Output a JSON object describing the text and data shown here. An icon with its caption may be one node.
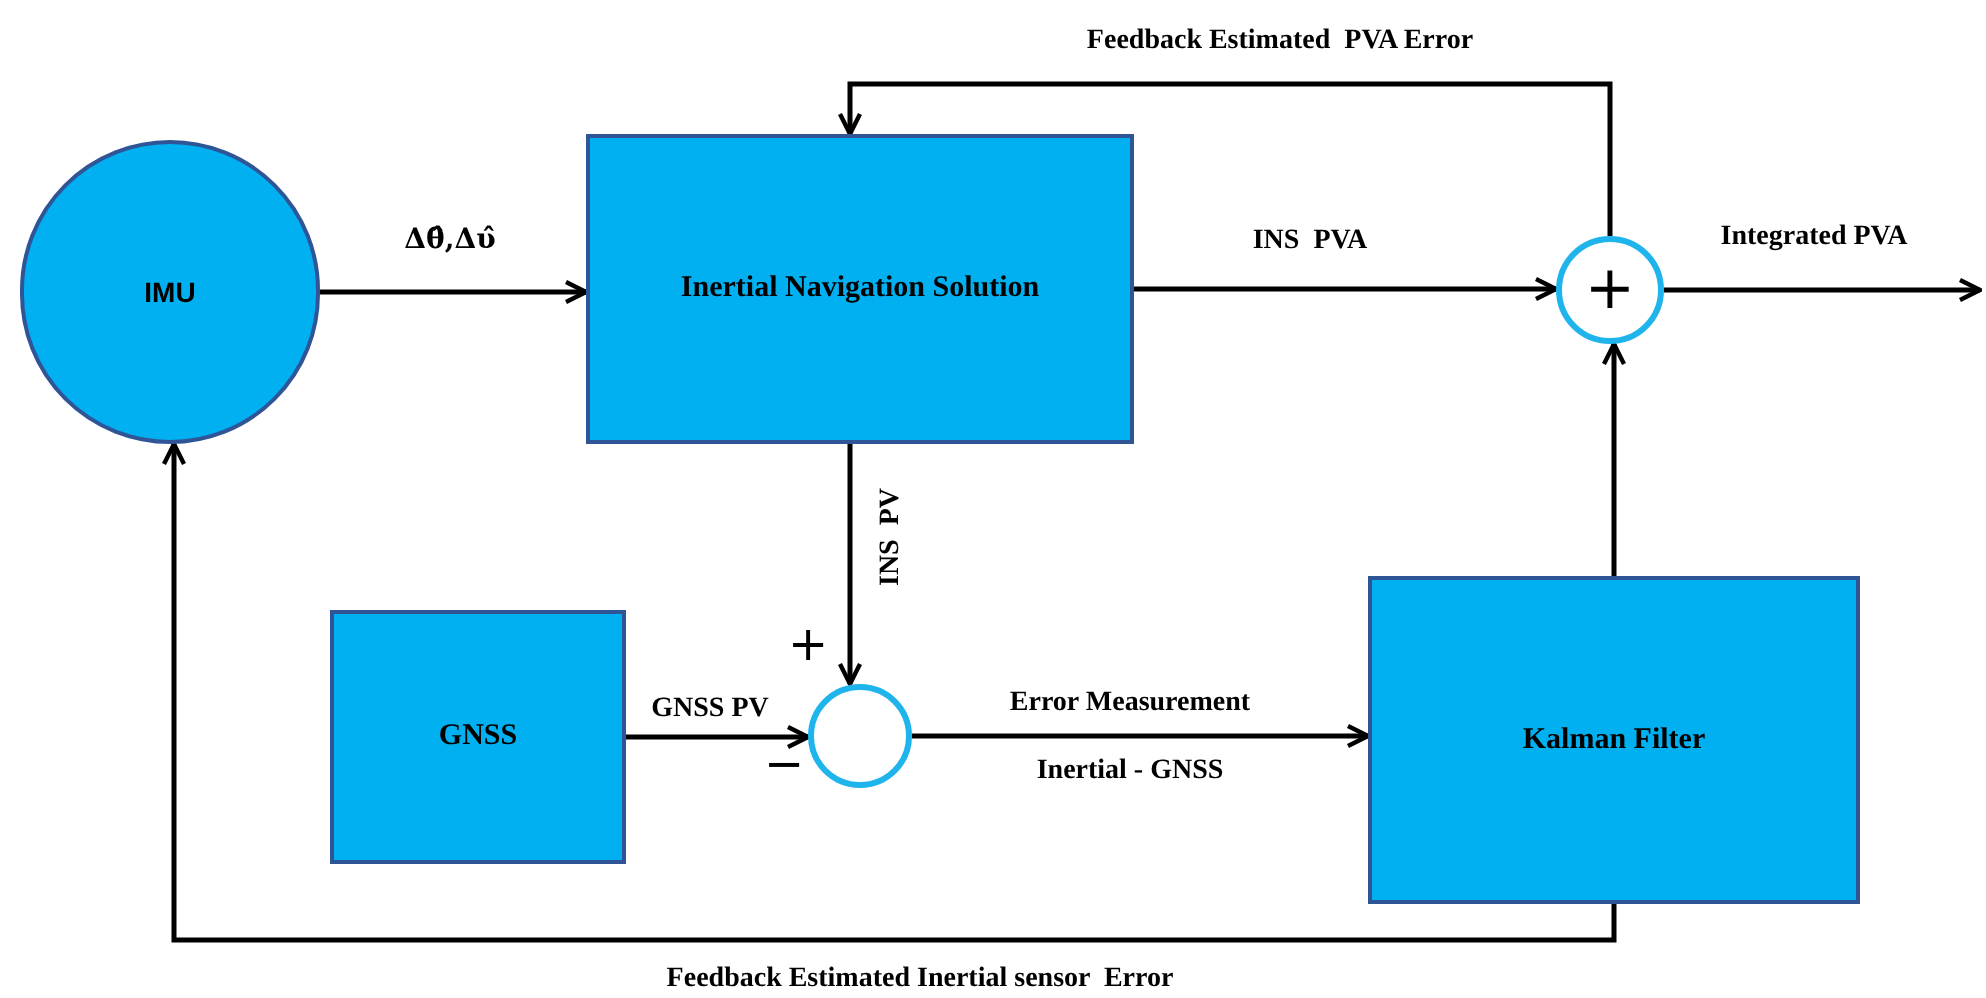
{
  "diagram": {
    "nodes": [
      {
        "text": [
          "IMU"
        ]
      },
      {
        "text": [
          "Inertial Navigation Solution"
        ]
      },
      {
        "text": [
          "+"
        ]
      },
      {
        "text": [
          "GNSS"
        ]
      },
      {
        "text": [],
        "shape": "circle",
        "beside": [
          "+",
          "−"
        ]
      },
      {
        "text": [
          "Kalman Filter"
        ]
      }
    ],
    "edges": [
      {
        "from": 0,
        "to": 1,
        "arrow": "to",
        "label": "Δθ̂,Δυ̂"
      },
      {
        "from": 1,
        "to": 2,
        "arrow": "to",
        "label": "INS  PVA"
      },
      {
        "from": 2,
        "to": 1,
        "arrow": "to",
        "label": "Feedback Estimated  PVA Error"
      },
      {
        "from": 2,
        "to": null,
        "arrow": "to",
        "label": "Integrated PVA"
      },
      {
        "from": 1,
        "to": 4,
        "arrow": "to",
        "label": "INS  PV"
      },
      {
        "from": 3,
        "to": 4,
        "arrow": "to",
        "label": "GNSS PV"
      },
      {
        "from": 4,
        "to": 5,
        "arrow": "to",
        "label": "Error Measurement"
      },
      {
        "from": 5,
        "to": 2,
        "arrow": "to"
      },
      {
        "from": 5,
        "to": 0,
        "arrow": "to",
        "label": "Feedback Estimated Inertial sensor  Error"
      }
    ],
    "labels": [
      "Inertial - GNSS"
    ]
  }
}
